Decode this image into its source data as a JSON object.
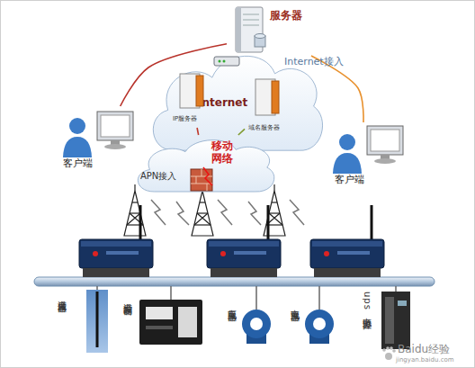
{
  "diagram": {
    "nodes": [
      {
        "text": [
          "服务器"
        ]
      },
      {
        "text": [
          "Internet"
        ]
      },
      {
        "text": [
          "IP服务器"
        ],
        "in": 1
      },
      {
        "text": [
          "域名服务器"
        ],
        "in": 1
      },
      {
        "text": [
          "移动网络"
        ]
      },
      {
        "text": [
          "客户端"
        ]
      },
      {
        "text": [
          "客户端"
        ]
      },
      {
        "text": [
          "温度传感器"
        ]
      },
      {
        "text": [
          "温度控制器"
        ]
      },
      {
        "text": [
          "电压互感器"
        ]
      },
      {
        "text": [
          "电流互感器"
        ]
      },
      {
        "text": [
          "ups电源监控"
        ]
      }
    ],
    "edges": [
      {
        "from": 5,
        "to": 0,
        "arrow": "none"
      },
      {
        "from": 0,
        "to": 6,
        "arrow": "none"
      },
      {
        "from": 4,
        "to": 2,
        "arrow": "none"
      },
      {
        "from": 4,
        "to": 3,
        "arrow": "none"
      }
    ],
    "labels": [
      "Internet接入",
      "APN接入",
      "Baidu经验",
      "jingyan.baidu.com"
    ]
  }
}
